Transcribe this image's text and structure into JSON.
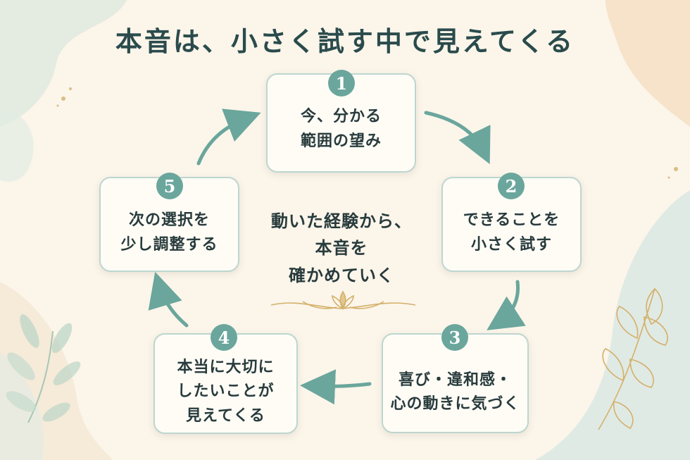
{
  "title": "本音は、小さく試す中で見えてくる",
  "center_message": {
    "line1": "動いた経験から、",
    "line2": "本音を",
    "line3": "確かめていく"
  },
  "steps": [
    {
      "number": "1",
      "line1": "今、分かる",
      "line2": "範囲の望み"
    },
    {
      "number": "2",
      "line1": "できることを",
      "line2": "小さく試す"
    },
    {
      "number": "3",
      "line1": "喜び・違和感・",
      "line2": "心の動きに気づく"
    },
    {
      "number": "4",
      "line1": "本当に大切に",
      "line2": "したいことが",
      "line3": "見えてくる"
    },
    {
      "number": "5",
      "line1": "次の選択を",
      "line2": "少し調整する"
    }
  ],
  "colors": {
    "background": "#fbf5ea",
    "accent_teal": "#6aa69c",
    "box_border": "#bdd6cf",
    "text_dark": "#283b3c",
    "title_color": "#2a4b4c",
    "gold": "#d4b06a"
  }
}
